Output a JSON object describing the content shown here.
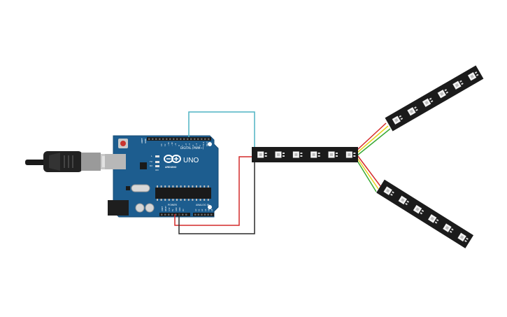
{
  "board": {
    "logo_text": "UNO",
    "brand_text": "ARDUINO",
    "digital_label": "DIGITAL (PWM~)",
    "analog_label": "ANALOG IN",
    "power_label": "POWER",
    "aref_label": "AREF",
    "gnd_label": "GND",
    "tx_label": "TX",
    "rx_label": "RX",
    "l_label": "L",
    "on_label": "ON",
    "digital_pins": [
      "13",
      "12",
      "~11",
      "~10",
      "~9",
      "8",
      "7",
      "~6",
      "~5",
      "4",
      "~3",
      "2",
      "TX 1",
      "RX 0"
    ],
    "power_pins": [
      "IOREF",
      "RESET",
      "3.3V",
      "5V",
      "GND",
      "GND",
      "Vin"
    ],
    "analog_pins": [
      "A0",
      "A1",
      "A2",
      "A3",
      "A4",
      "A5"
    ],
    "color": "#1d5d8f"
  },
  "wires": {
    "data_color": "#4fb3c4",
    "power_color": "#d42a2a",
    "ground_color": "#2a2a2a",
    "green_color": "#3aaa35",
    "yellow_color": "#e8d21d"
  },
  "strips": {
    "color": "#1b1b1b",
    "led_color": "#f2f2f2"
  }
}
